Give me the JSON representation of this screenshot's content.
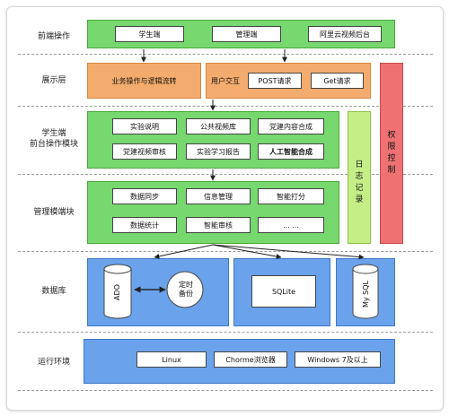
{
  "layers": {
    "frontend": "前端操作",
    "display": "展示层",
    "student_module": "学生端\n前台操作模块",
    "admin_module": "管理模端块",
    "database": "数据库",
    "runtime": "运行环境"
  },
  "frontend": {
    "student": "学生端",
    "admin": "管理端",
    "aliyun": "阿里云视频后台"
  },
  "display": {
    "business": "业务操作与逻辑流转",
    "interaction": "用户交互",
    "post": "POST请求",
    "get": "Get请求"
  },
  "student": {
    "items": [
      "实验说明",
      "公共视频库",
      "党建内容合成",
      "党建视频审核",
      "实验学习报告",
      "人工智能合成"
    ]
  },
  "admin": {
    "items": [
      "数据同步",
      "信息管理",
      "智能打分",
      "数据统计",
      "智能审核",
      "... ..."
    ]
  },
  "side": {
    "log": "日志记录",
    "permission": "权限控制"
  },
  "database": {
    "ado": "ADO",
    "backup": "定时\n备份",
    "sqlite": "SQLite",
    "mysql": "My SQL"
  },
  "runtime": {
    "linux": "Linux",
    "chrome": "Chorme浏览器",
    "windows": "Windows 7及以上"
  },
  "colors": {
    "green": "#76d86e",
    "orange": "#f4ac6e",
    "blue": "#6aa3ec",
    "lime": "#c5ee86",
    "red": "#ee7272"
  }
}
